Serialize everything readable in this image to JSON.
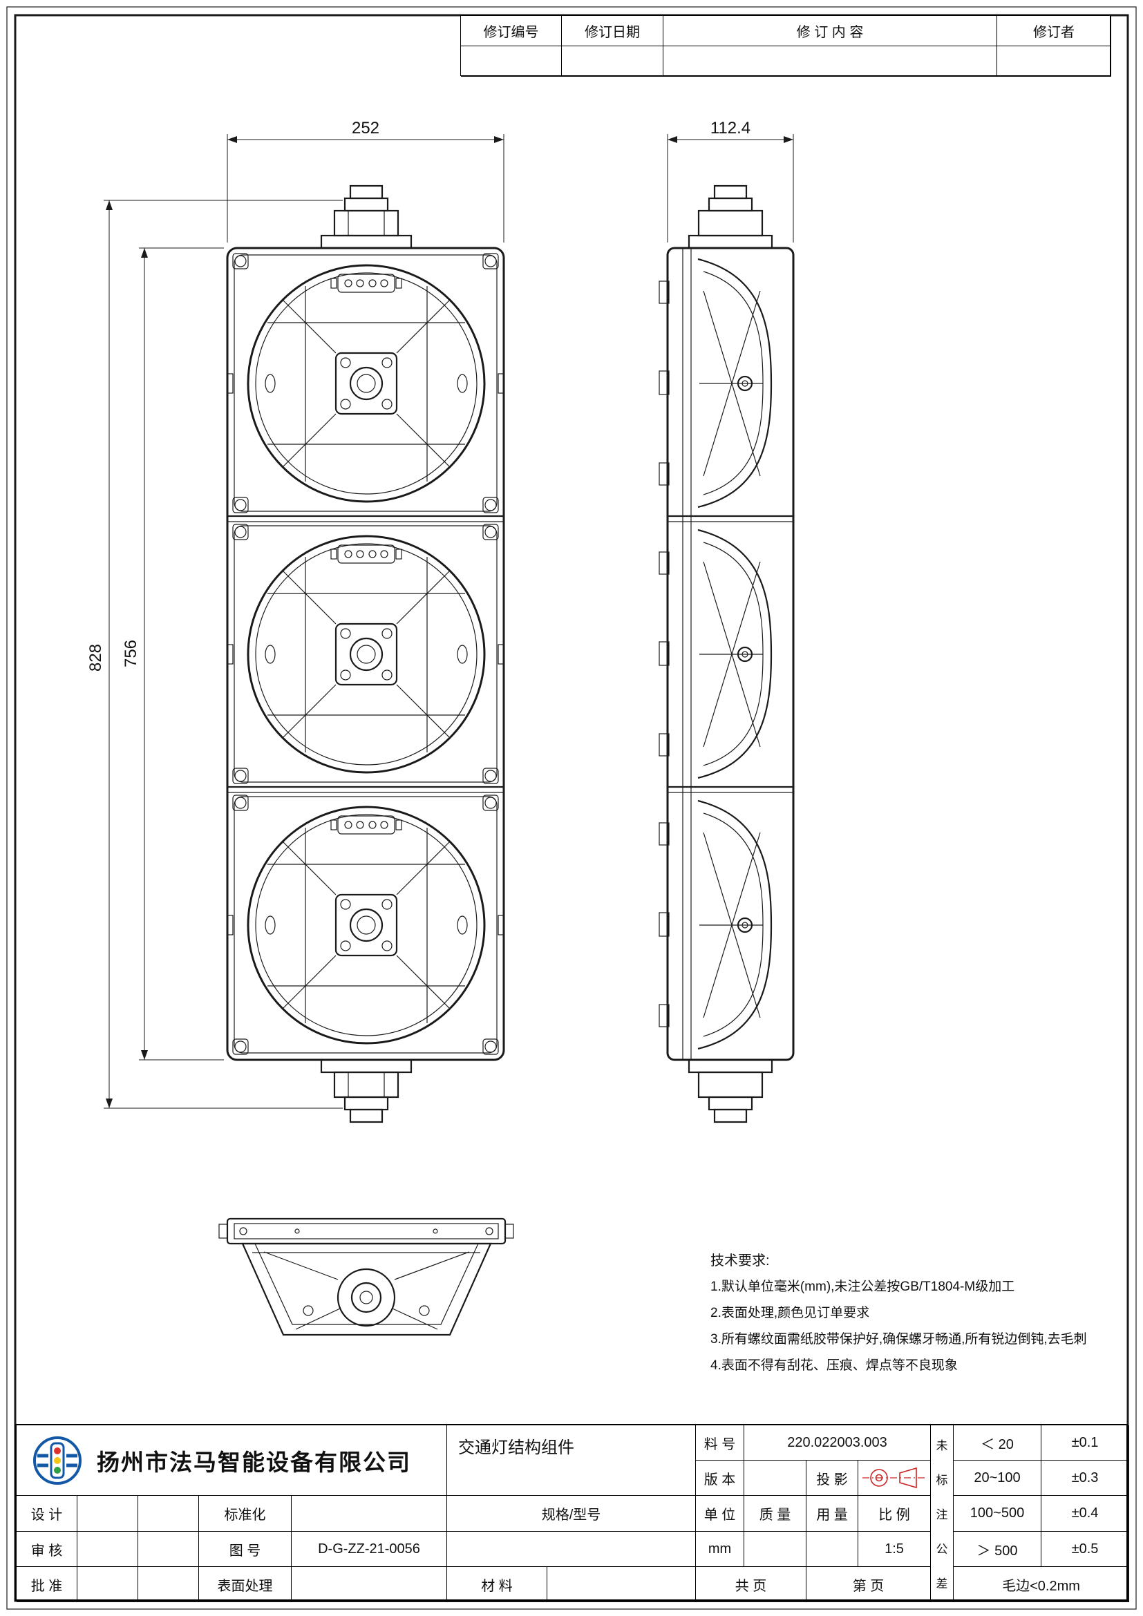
{
  "revision_table": {
    "headers": [
      "修订编号",
      "修订日期",
      "修 订 内 容",
      "修订者"
    ]
  },
  "dimensions": {
    "front_width": "252",
    "side_depth": "112.4",
    "overall_height": "828",
    "body_height": "756"
  },
  "tech_requirements": {
    "title": "技术要求:",
    "items": [
      "1.默认单位毫米(mm),未注公差按GB/T1804-M级加工",
      "2.表面处理,颜色见订单要求",
      "3.所有螺纹面需纸胶带保护好,确保螺牙畅通,所有锐边倒钝,去毛刺",
      "4.表面不得有刮花、压痕、焊点等不良现象"
    ]
  },
  "title_block": {
    "company": "扬州市法马智能设备有限公司",
    "part_name": "交通灯结构组件",
    "labels": {
      "part_no": "料 号",
      "version": "版 本",
      "projection": "投 影",
      "design": "设 计",
      "check": "审 核",
      "approve": "批 准",
      "standardize": "标准化",
      "drawing_no": "图 号",
      "surface": "表面处理",
      "spec": "规格/型号",
      "unit": "单 位",
      "mass": "质 量",
      "quantity": "用 量",
      "scale": "比 例",
      "material": "材 料",
      "pages_total": "共  页",
      "page_no": "第  页"
    },
    "values": {
      "part_no": "220.022003.003",
      "drawing_no": "D-G-ZZ-21-0056",
      "unit": "mm",
      "scale": "1:5"
    },
    "tolerance": {
      "header_vertical": [
        "未",
        "标",
        "注",
        "公",
        "差"
      ],
      "rows": [
        {
          "range": "＜ 20",
          "value": "±0.1"
        },
        {
          "range": "20~100",
          "value": "±0.3"
        },
        {
          "range": "100~500",
          "value": "±0.4"
        },
        {
          "range": "＞ 500",
          "value": "±0.5"
        }
      ],
      "burr": "毛边<0.2mm"
    }
  }
}
